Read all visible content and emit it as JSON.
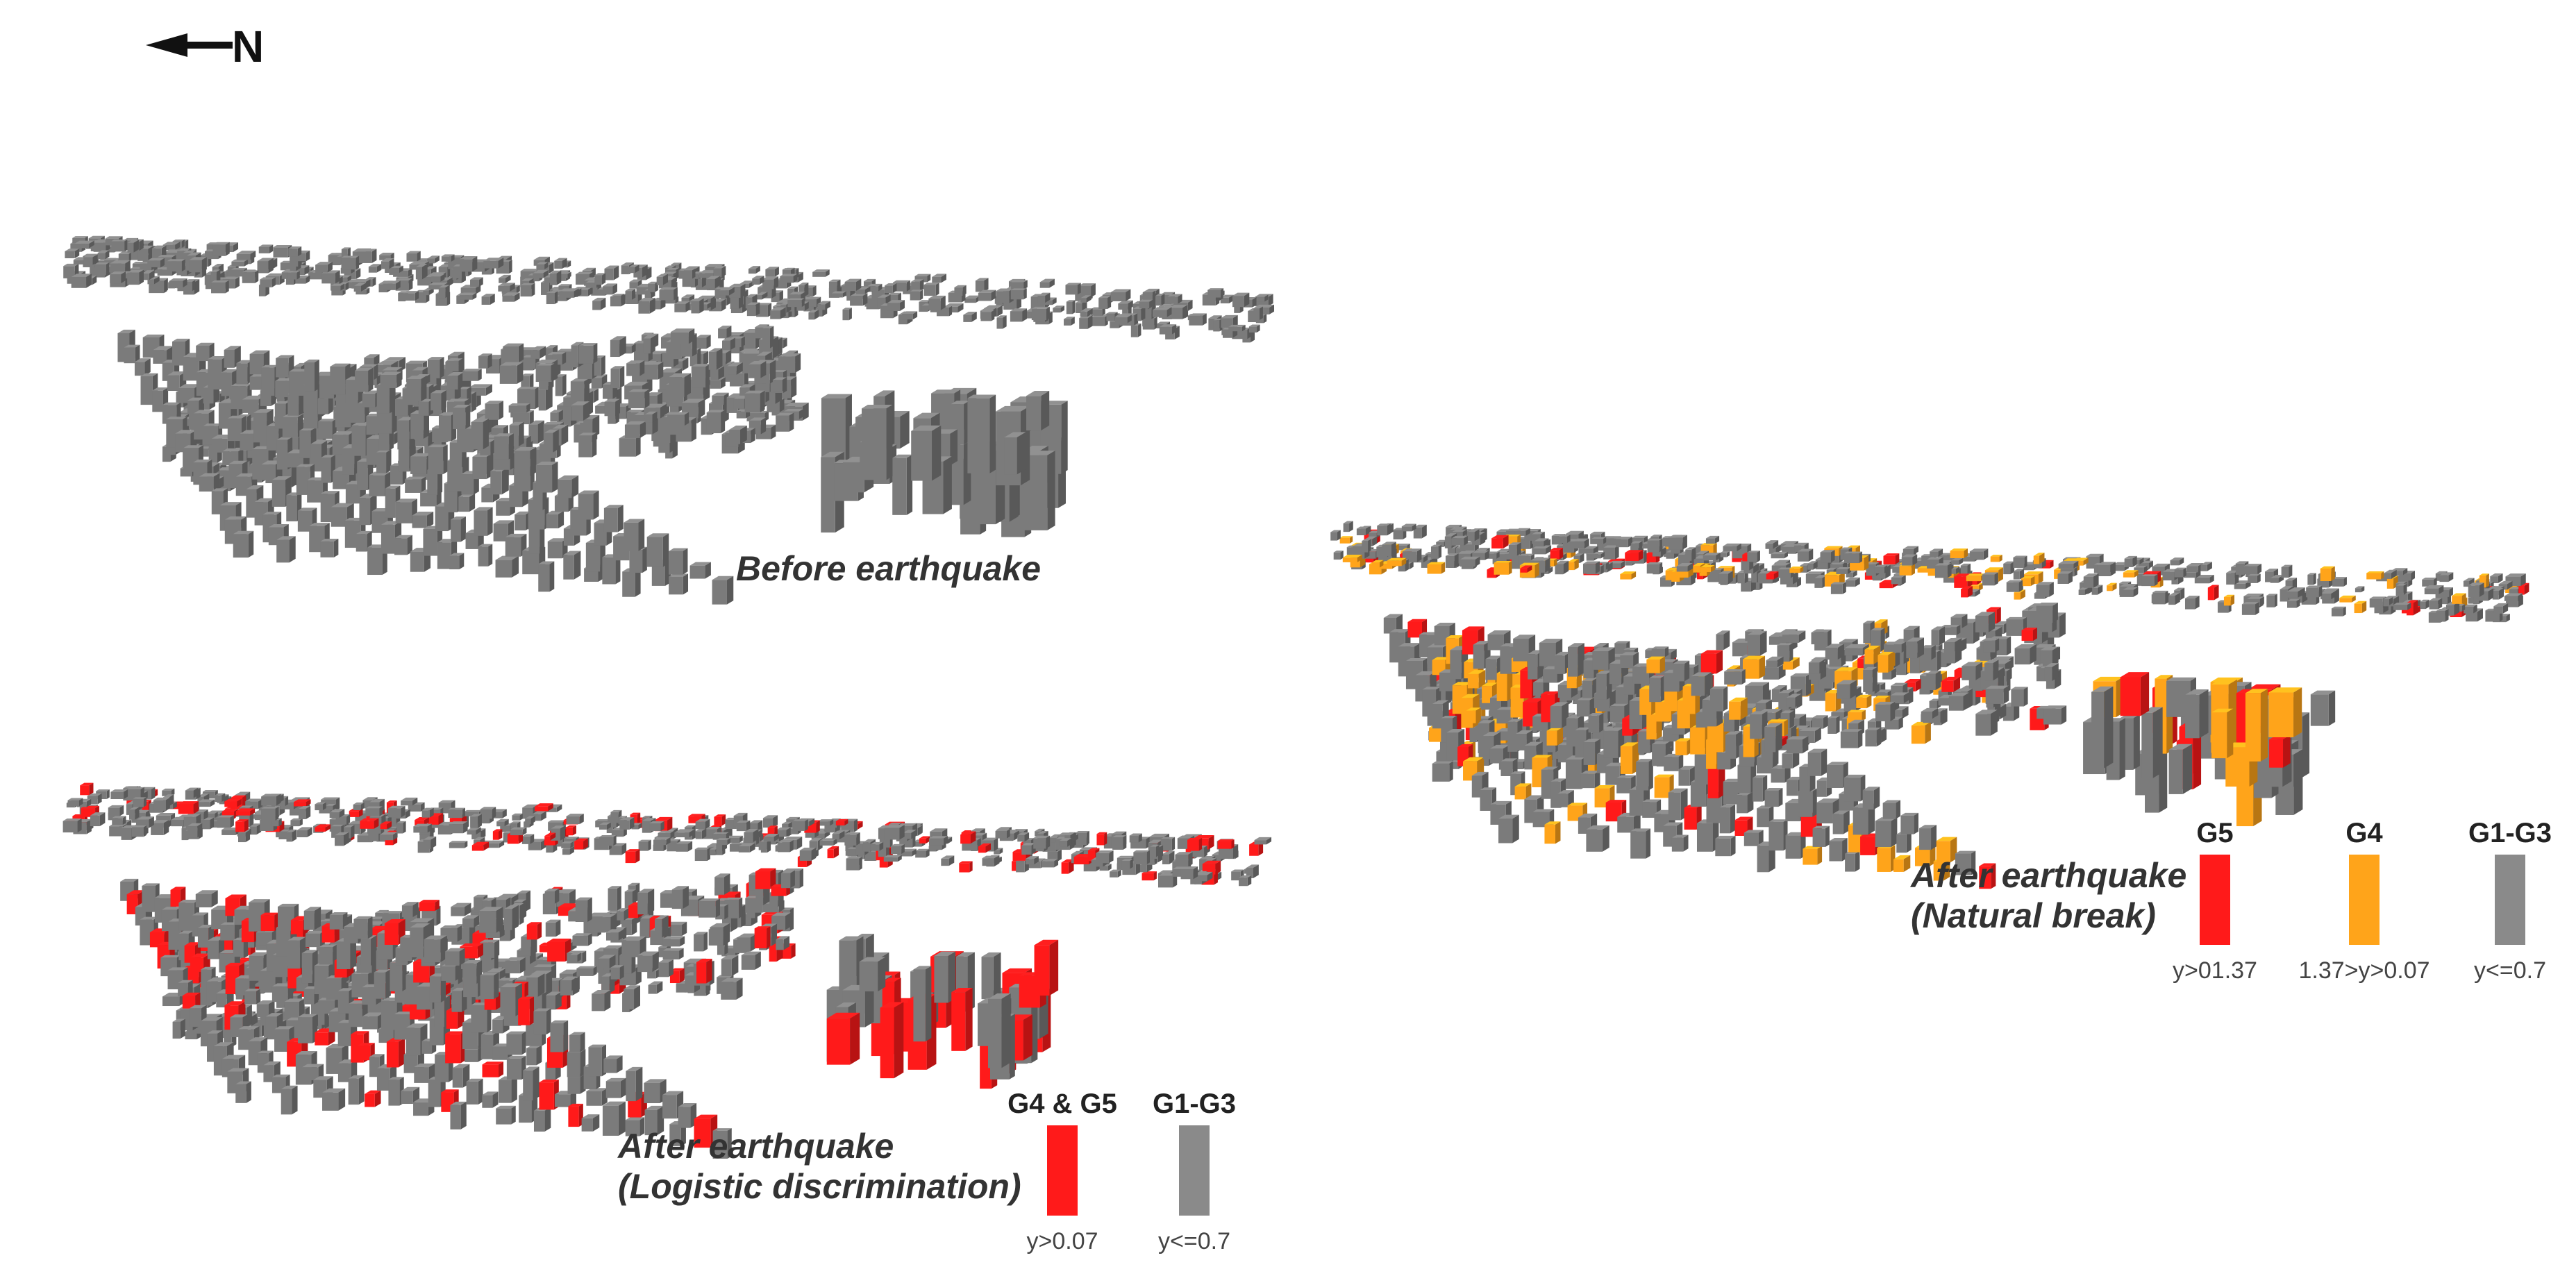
{
  "north_arrow": {
    "letter": "N"
  },
  "colors": {
    "building": "#7b7b7b",
    "building_top": "#9a9a9a",
    "g4g5": "#ff1a1a",
    "g4": "#ffa41a",
    "g1g3": "#8a8a8a"
  },
  "panels": {
    "before": {
      "label": "Before earthquake"
    },
    "logistic": {
      "label_line1": "After earthquake",
      "label_line2": "(Logistic discrimination)",
      "legend": [
        {
          "name": "G4 & G5",
          "range": "y>0.07",
          "color": "#ff1a1a"
        },
        {
          "name": "G1-G3",
          "range": "y<=0.7",
          "color": "#8a8a8a"
        }
      ]
    },
    "natural": {
      "label_line1": "After earthquake",
      "label_line2": "(Natural break)",
      "legend": [
        {
          "name": "G5",
          "range": "y>01.37",
          "color": "#ff1a1a"
        },
        {
          "name": "G4",
          "range": "1.37>y>0.07",
          "color": "#ffa41a"
        },
        {
          "name": "G1-G3",
          "range": "y<=0.7",
          "color": "#8a8a8a"
        }
      ]
    }
  }
}
